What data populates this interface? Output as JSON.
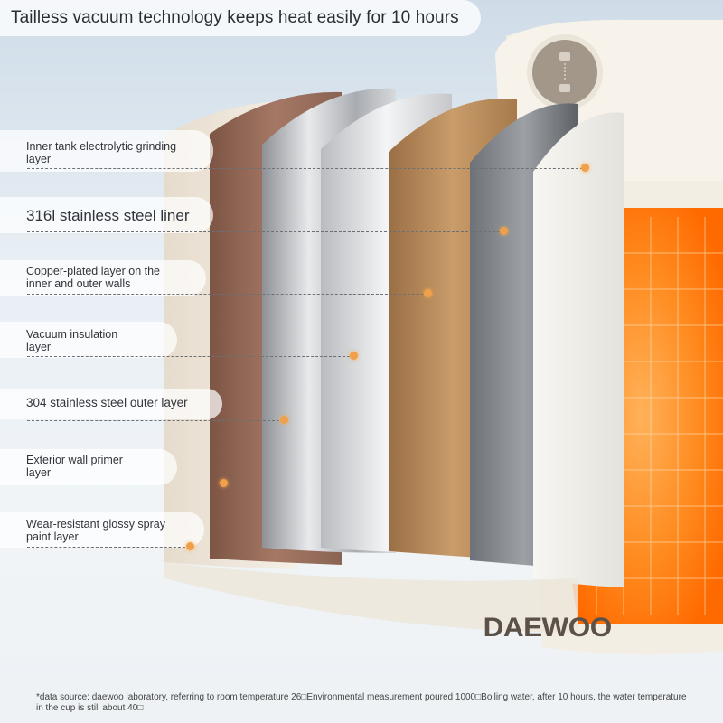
{
  "headline": "Tailless vacuum technology keeps heat easily for 10 hours",
  "layers": [
    {
      "text": "Inner tank electrolytic grinding\nlayer",
      "size": "small"
    },
    {
      "text": "316l stainless steel liner",
      "size": "big"
    },
    {
      "text": "Copper-plated layer on the\ninner and outer walls",
      "size": "small"
    },
    {
      "text": "Vacuum insulation\nlayer",
      "size": "small"
    },
    {
      "text": "304 stainless steel outer layer",
      "size": "mid"
    },
    {
      "text": "Exterior wall primer\nlayer",
      "size": "small"
    },
    {
      "text": "Wear-resistant glossy spray\npaint layer",
      "size": "small"
    }
  ],
  "brand": "DAEWOO",
  "footnote": "*data source: daewoo laboratory, referring to room temperature 26□Environmental measurement poured 1000□Boiling water, after 10 hours, the water temperature in the cup is still about 40□",
  "colors": {
    "indicator_dot": "#f0a04a",
    "heat_glow": "#ff7a10",
    "copper_layer": "#9a6a50",
    "gold_layer": "#b8895a"
  }
}
